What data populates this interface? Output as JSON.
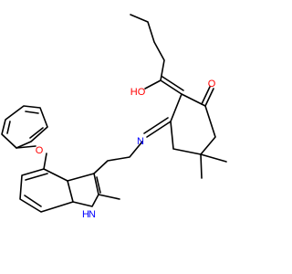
{
  "molecule": {
    "atom_labels": {
      "carbonyl_oxygen": "O",
      "hydroxyl": "HO",
      "imine_nitrogen": "N",
      "ether_oxygen": "O",
      "indole_nh_h": "H",
      "indole_nh_n": "N"
    },
    "colors": {
      "bond": "#000000",
      "oxygen": "#ff0000",
      "nitrogen": "#0000ff"
    }
  }
}
